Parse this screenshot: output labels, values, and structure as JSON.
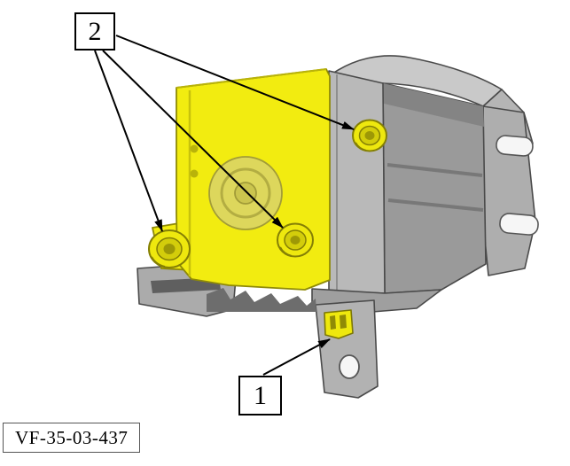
{
  "figure": {
    "callouts": [
      {
        "label": "2"
      },
      {
        "label": "1"
      }
    ],
    "figure_code": "VF-35-03-437"
  },
  "colors": {
    "background": "#ffffff",
    "highlight": "#f2ec10",
    "highlight_dark": "#8f8a06",
    "bracket_light": "#c9c9c9",
    "bracket_mid": "#aeaeae",
    "bracket_dark": "#9a9a9a",
    "outline": "#4a4a4a",
    "arrow": "#000000",
    "callout_border": "#000000"
  }
}
